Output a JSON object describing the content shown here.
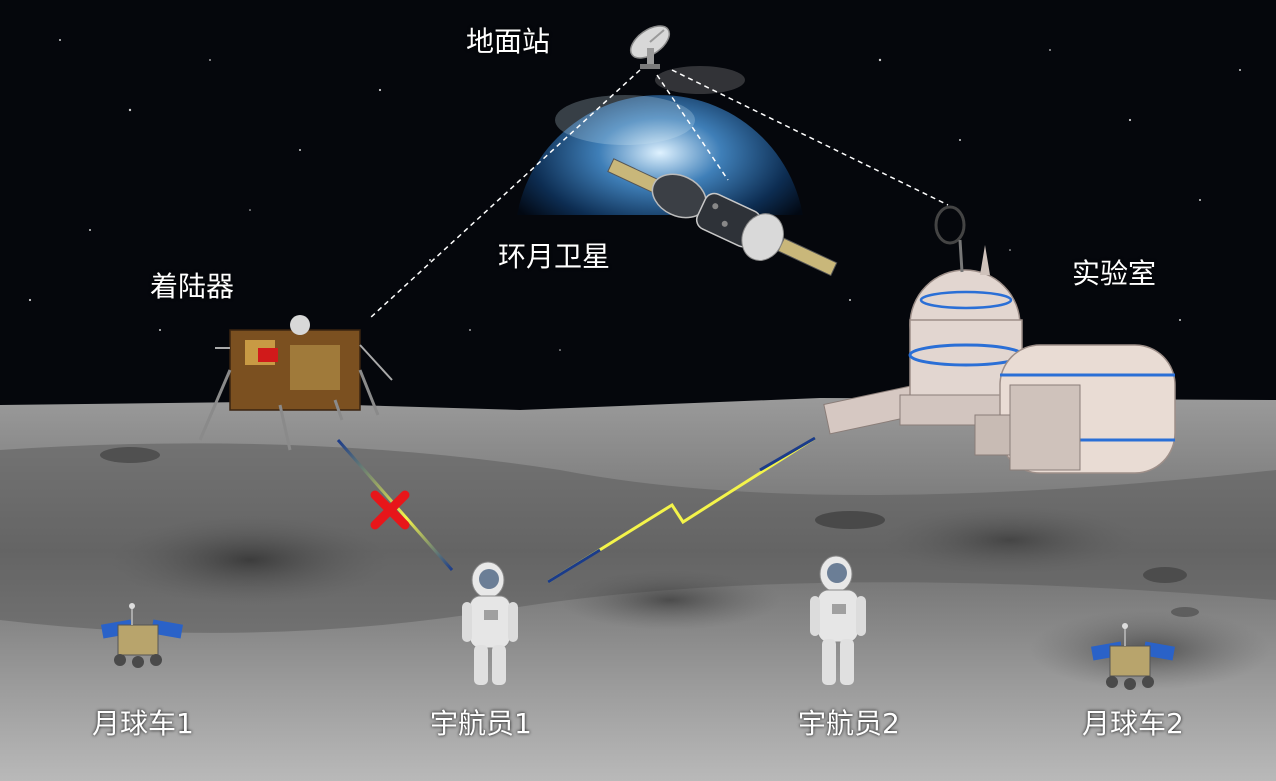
{
  "labels": {
    "ground_station": "地面站",
    "lunar_satellite": "环月卫星",
    "lander": "着陆器",
    "lab": "实验室",
    "rover1": "月球车1",
    "astronaut1": "宇航员1",
    "astronaut2": "宇航员2",
    "rover2": "月球车2"
  },
  "colors": {
    "space": "#05070c",
    "moon_surface": "#8c8c8c",
    "link_ok": "#f2f24a",
    "link_blocked": "#e8161a",
    "dashed_link": "#ffffff"
  }
}
